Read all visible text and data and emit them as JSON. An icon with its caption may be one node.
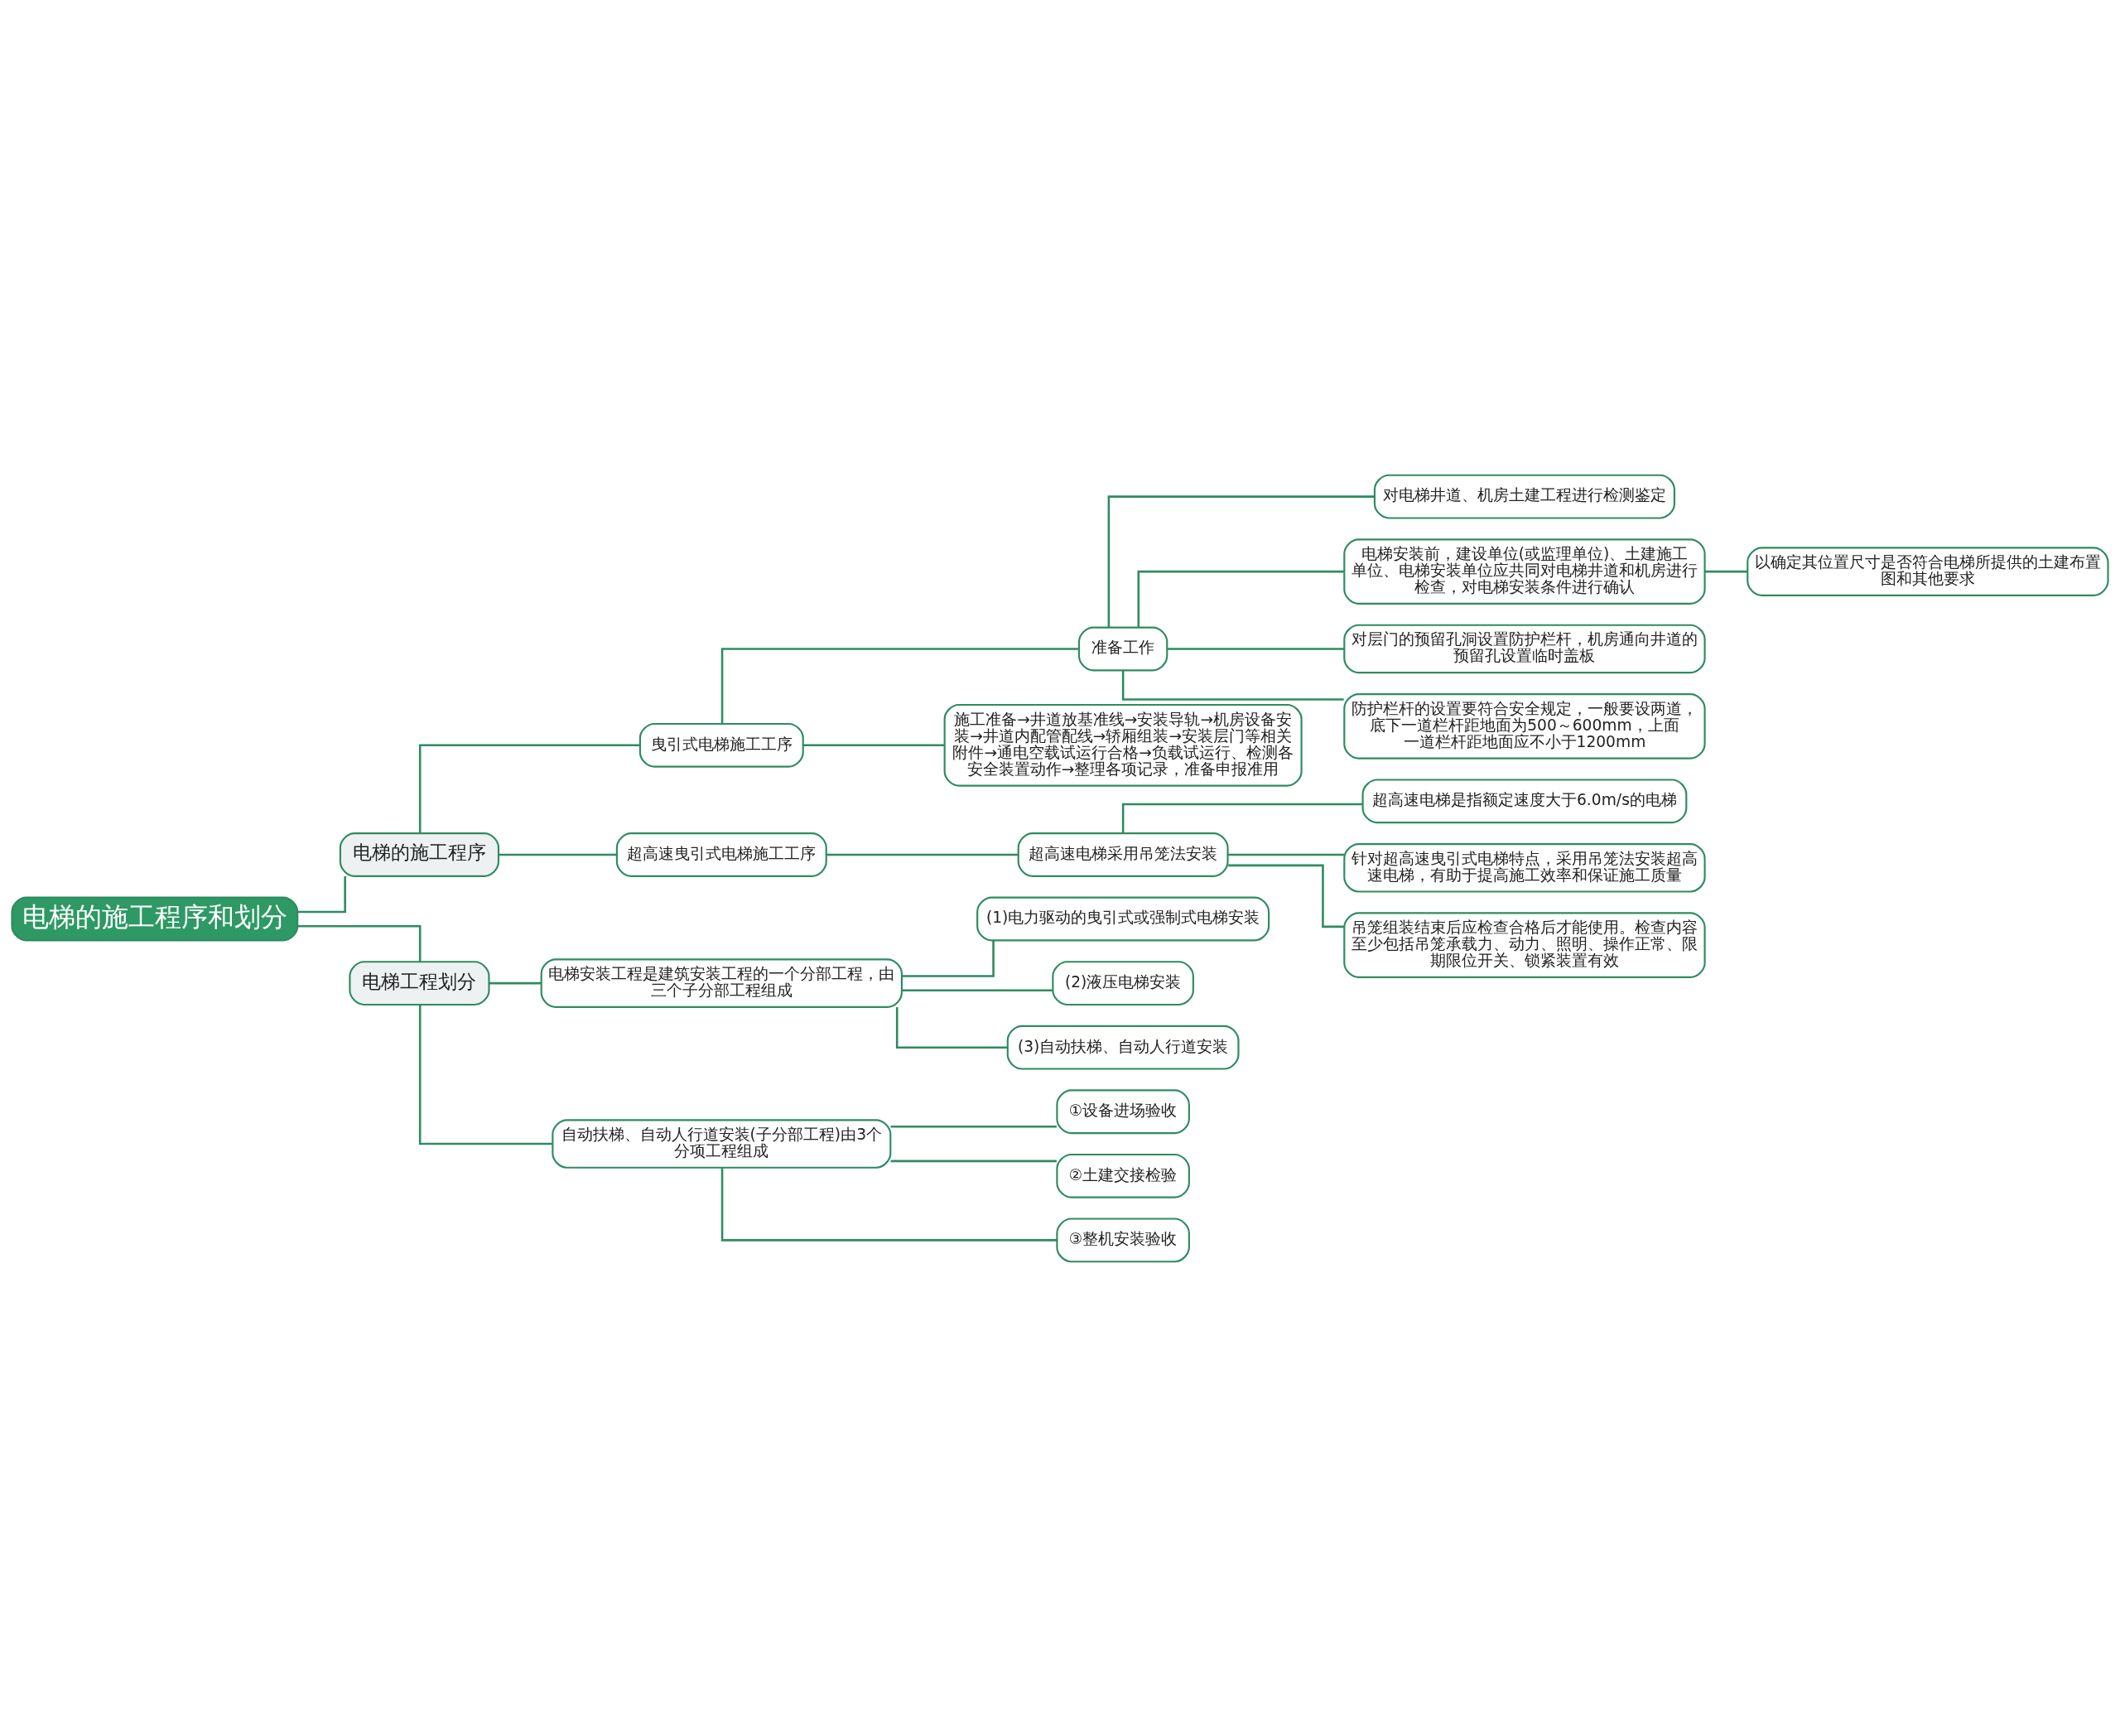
{
  "diagram": {
    "nodes": [
      {
        "text": [
          "电梯的施工程序和划分"
        ]
      },
      {
        "text": [
          "电梯的施工程序"
        ]
      },
      {
        "text": [
          "曳引式电梯施工工序"
        ]
      },
      {
        "text": [
          "准备工作"
        ]
      },
      {
        "text": [
          "对电梯井道、机房土建工程进行检测鉴定"
        ]
      },
      {
        "text": [
          "电梯安装前，建设单位(或监理单位)、土建施工单位、电梯安装单位应共同对电梯井道和机房进行检查，对电梯安装条件进行确认"
        ]
      },
      {
        "text": [
          "以确定其位置尺寸是否符合电梯所提供的土建布置图和其他要求"
        ]
      },
      {
        "text": [
          "对层门的预留孔洞设置防护栏杆，机房通向井道的预留孔设置临时盖板"
        ]
      },
      {
        "text": [
          "防护栏杆的设置要符合安全规定，一般要设两道，底下一道栏杆距地面为500～600mm，上面一道栏杆距地面应不小于1200mm"
        ]
      },
      {
        "text": [
          "施工准备→井道放基准线→安装导轨→机房设备安装→井道内配管配线→轿厢组装→安装层门等相关附件→通电空载试运行合格→负载试运行、检测各安全装置动作→整理各项记录，准备申报准用"
        ]
      },
      {
        "text": [
          "超高速曳引式电梯施工工序"
        ]
      },
      {
        "text": [
          "超高速电梯采用吊笼法安装"
        ]
      },
      {
        "text": [
          "超高速电梯是指额定速度大于6.0m/s的电梯"
        ]
      },
      {
        "text": [
          "针对超高速曳引式电梯特点，采用吊笼法安装超高速电梯，有助于提高施工效率和保证施工质量"
        ]
      },
      {
        "text": [
          "吊笼组装结束后应检查合格后才能使用。检查内容至少包括吊笼承载力、动力、照明、操作正常、限期限位开关、锁紧装置有效"
        ]
      },
      {
        "text": [
          "电梯工程划分"
        ]
      },
      {
        "text": [
          "电梯安装工程是建筑安装工程的一个分部工程，由三个子分部工程组成"
        ]
      },
      {
        "text": [
          "(1)电力驱动的曳引式或强制式电梯安装"
        ]
      },
      {
        "text": [
          "(2)液压电梯安装"
        ]
      },
      {
        "text": [
          "(3)自动扶梯、自动人行道安装"
        ]
      },
      {
        "text": [
          "自动扶梯、自动人行道安装(子分部工程)由3个分项工程组成"
        ]
      },
      {
        "text": [
          "①设备进场验收"
        ]
      },
      {
        "text": [
          "②土建交接检验"
        ]
      },
      {
        "text": [
          "③整机安装验收"
        ]
      }
    ],
    "edges": [
      {
        "from": 0,
        "to": 1,
        "arrow": "none"
      },
      {
        "from": 1,
        "to": 2,
        "arrow": "none"
      },
      {
        "from": 2,
        "to": 3,
        "arrow": "none"
      },
      {
        "from": 3,
        "to": 4,
        "arrow": "none"
      },
      {
        "from": 3,
        "to": 5,
        "arrow": "none"
      },
      {
        "from": 5,
        "to": 6,
        "arrow": "none"
      },
      {
        "from": 3,
        "to": 7,
        "arrow": "none"
      },
      {
        "from": 3,
        "to": 8,
        "arrow": "none"
      },
      {
        "from": 2,
        "to": 9,
        "arrow": "none"
      },
      {
        "from": 1,
        "to": 10,
        "arrow": "none"
      },
      {
        "from": 10,
        "to": 11,
        "arrow": "none"
      },
      {
        "from": 11,
        "to": 12,
        "arrow": "none"
      },
      {
        "from": 11,
        "to": 13,
        "arrow": "none"
      },
      {
        "from": 11,
        "to": 14,
        "arrow": "none"
      },
      {
        "from": 0,
        "to": 15,
        "arrow": "none"
      },
      {
        "from": 15,
        "to": 16,
        "arrow": "none"
      },
      {
        "from": 16,
        "to": 17,
        "arrow": "none"
      },
      {
        "from": 16,
        "to": 18,
        "arrow": "none"
      },
      {
        "from": 16,
        "to": 19,
        "arrow": "none"
      },
      {
        "from": 15,
        "to": 20,
        "arrow": "none"
      },
      {
        "from": 20,
        "to": 21,
        "arrow": "none"
      },
      {
        "from": 20,
        "to": 22,
        "arrow": "none"
      },
      {
        "from": 20,
        "to": 23,
        "arrow": "none"
      }
    ]
  }
}
